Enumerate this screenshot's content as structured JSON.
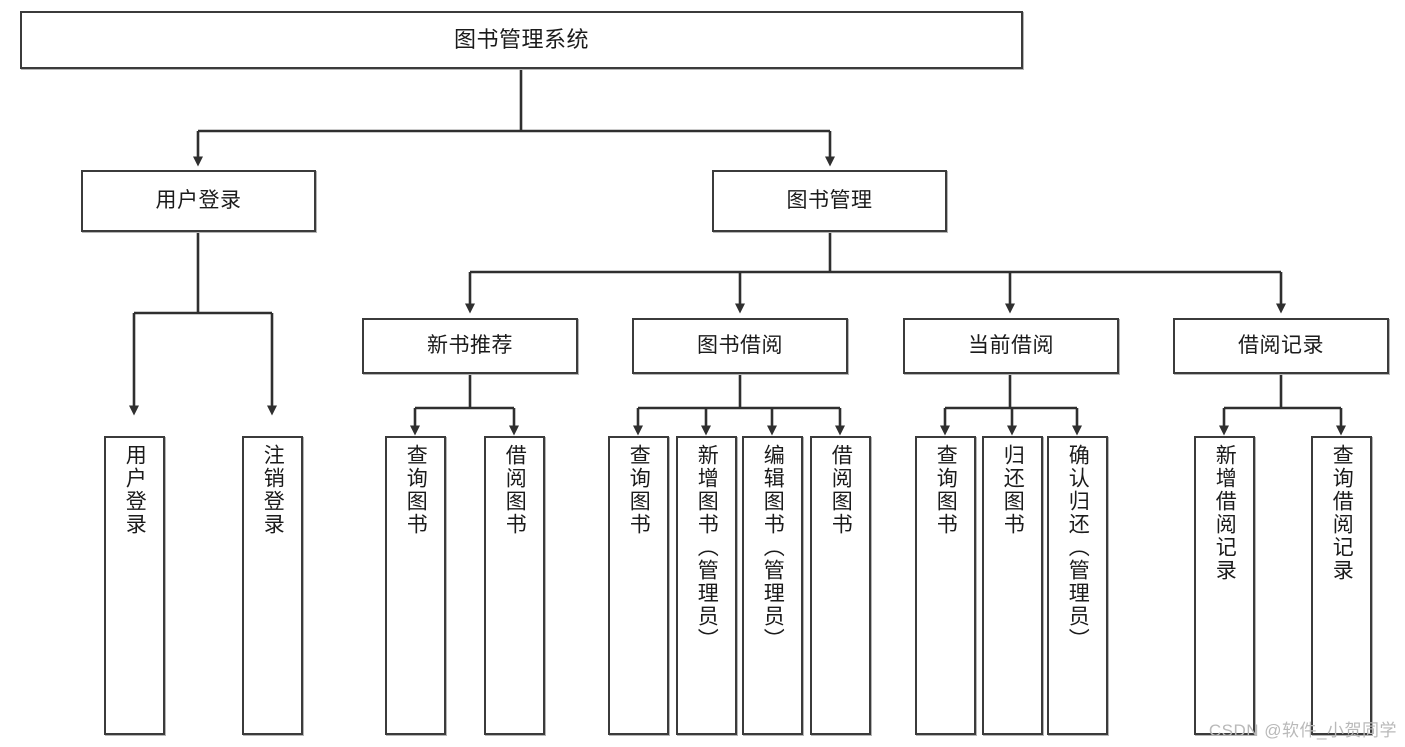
{
  "diagram": {
    "title": "图书管理系统",
    "type": "tree",
    "orientation": "top-down",
    "colors": {
      "box_border": "#3b3b3b",
      "box_fill": "#ffffff",
      "connector": "#2f2f2f",
      "text": "#1b1b1b",
      "watermark": "#b9b9b9"
    },
    "root": {
      "label": "图书管理系统"
    },
    "level2": [
      {
        "label": "用户登录"
      },
      {
        "label": "图书管理"
      }
    ],
    "level3": [
      {
        "label": "新书推荐"
      },
      {
        "label": "图书借阅"
      },
      {
        "label": "当前借阅"
      },
      {
        "label": "借阅记录"
      }
    ],
    "leaves": {
      "user_login": [
        {
          "label": "用户登录"
        },
        {
          "label": "注销登录"
        }
      ],
      "new_book_recommend": [
        {
          "label": "查询图书"
        },
        {
          "label": "借阅图书"
        }
      ],
      "book_borrow": [
        {
          "label": "查询图书"
        },
        {
          "label": "新增图书（管理员）"
        },
        {
          "label": "编辑图书（管理员）"
        },
        {
          "label": "借阅图书"
        }
      ],
      "current_borrow": [
        {
          "label": "查询图书"
        },
        {
          "label": "归还图书"
        },
        {
          "label": "确认归还（管理员）"
        }
      ],
      "borrow_record": [
        {
          "label": "新增借阅记录"
        },
        {
          "label": "查询借阅记录"
        }
      ]
    }
  },
  "watermark": {
    "text": "CSDN @软件_小贺同学"
  }
}
